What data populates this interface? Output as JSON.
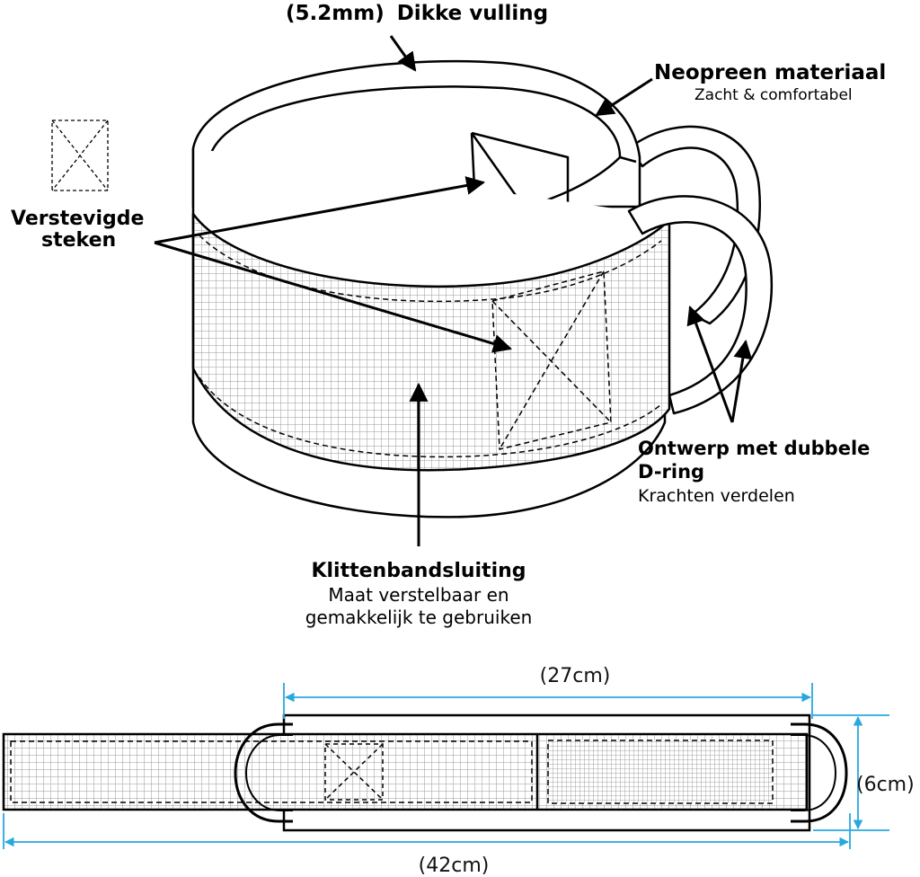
{
  "callouts": {
    "padding": {
      "value": "(5.2mm)",
      "title": "Dikke vulling"
    },
    "neoprene": {
      "title": "Neopreen materiaal",
      "subtitle": "Zacht & comfortabel"
    },
    "stitches": {
      "line1": "Verstevigde",
      "line2": "steken"
    },
    "dring": {
      "line1": "Ontwerp met dubbele",
      "line2": "D-ring",
      "subtitle": "Krachten verdelen"
    },
    "velcro": {
      "title": "Klittenbandsluiting",
      "subtitle1": "Maat verstelbaar en",
      "subtitle2": "gemakkelijk te gebruiken"
    }
  },
  "dimensions": {
    "inner_length": "(27cm)",
    "total_length": "(42cm)",
    "width": "(6cm)"
  },
  "colors": {
    "dimension_line": "#29a8e0",
    "outline": "#000000",
    "mesh": "#9a9a9a"
  }
}
